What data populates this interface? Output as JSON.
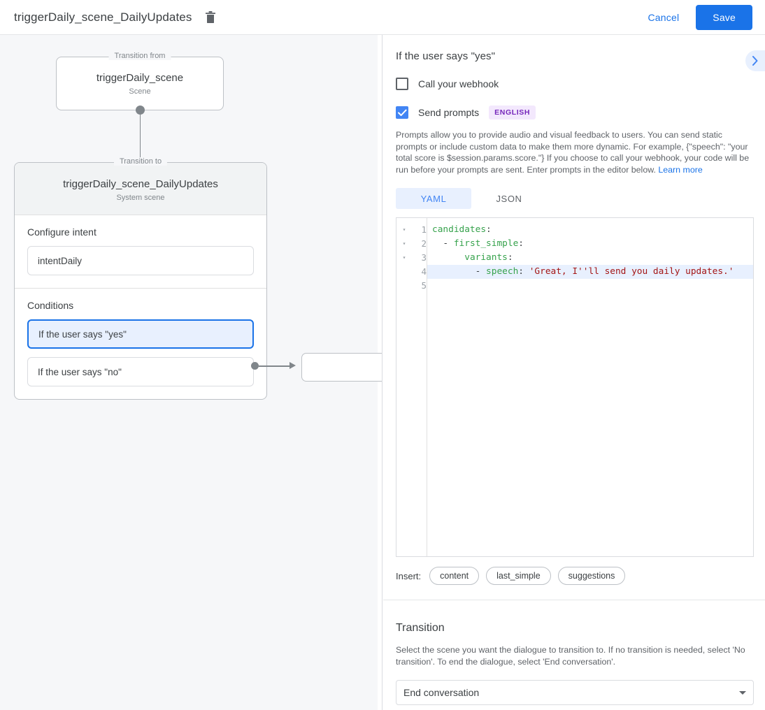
{
  "topbar": {
    "title": "triggerDaily_scene_DailyUpdates",
    "delete_icon": "trash-icon",
    "cancel_label": "Cancel",
    "save_label": "Save",
    "save_color": "#1a73e8"
  },
  "canvas": {
    "transition_from": {
      "legend": "Transition from",
      "name": "triggerDaily_scene",
      "type": "Scene"
    },
    "transition_to": {
      "legend": "Transition to",
      "name": "triggerDaily_scene_DailyUpdates",
      "type": "System scene"
    },
    "intent": {
      "label": "Configure intent",
      "value": "intentDaily"
    },
    "conditions": {
      "label": "Conditions",
      "items": [
        {
          "label": "If the user says \"yes\"",
          "selected": true
        },
        {
          "label": "If the user says \"no\"",
          "selected": false
        }
      ]
    }
  },
  "panel": {
    "title": "If the user says \"yes\"",
    "collapse_icon": "chevron-right-icon",
    "webhook": {
      "label": "Call your webhook",
      "checked": false
    },
    "prompts": {
      "label": "Send prompts",
      "checked": true,
      "badge": "ENGLISH",
      "badge_color": "#7627bb",
      "description": "Prompts allow you to provide audio and visual feedback to users. You can send static prompts or include custom data to make them more dynamic. For example, {\"speech\": \"your total score is $session.params.score.\"} If you choose to call your webhook, your code will be run before your prompts are sent. Enter prompts in the editor below.",
      "learn_more": "Learn more"
    },
    "tabs": [
      {
        "label": "YAML",
        "active": true
      },
      {
        "label": "JSON",
        "active": false
      }
    ],
    "editor": {
      "lines": [
        {
          "num": "1",
          "fold": "▾",
          "highlight": false,
          "tokens": [
            {
              "t": "candidates",
              "c": "tok-key"
            },
            {
              "t": ":",
              "c": "tok-plain"
            }
          ]
        },
        {
          "num": "2",
          "fold": "▾",
          "highlight": false,
          "tokens": [
            {
              "t": "  - ",
              "c": "tok-plain"
            },
            {
              "t": "first_simple",
              "c": "tok-key"
            },
            {
              "t": ":",
              "c": "tok-plain"
            }
          ]
        },
        {
          "num": "3",
          "fold": "▾",
          "highlight": false,
          "tokens": [
            {
              "t": "      ",
              "c": "tok-plain"
            },
            {
              "t": "variants",
              "c": "tok-key"
            },
            {
              "t": ":",
              "c": "tok-plain"
            }
          ]
        },
        {
          "num": "4",
          "fold": "",
          "highlight": true,
          "tokens": [
            {
              "t": "        - ",
              "c": "tok-plain"
            },
            {
              "t": "speech",
              "c": "tok-key"
            },
            {
              "t": ": ",
              "c": "tok-plain"
            },
            {
              "t": "'Great, I''ll send you daily updates.'",
              "c": "tok-str"
            }
          ]
        },
        {
          "num": "5",
          "fold": "",
          "highlight": false,
          "tokens": [
            {
              "t": "",
              "c": "tok-plain"
            }
          ]
        }
      ]
    },
    "insert": {
      "label": "Insert:",
      "chips": [
        "content",
        "last_simple",
        "suggestions"
      ]
    },
    "transition": {
      "title": "Transition",
      "description": "Select the scene you want the dialogue to transition to. If no transition is needed, select 'No transition'. To end the dialogue, select 'End conversation'.",
      "selected": "End conversation"
    }
  }
}
